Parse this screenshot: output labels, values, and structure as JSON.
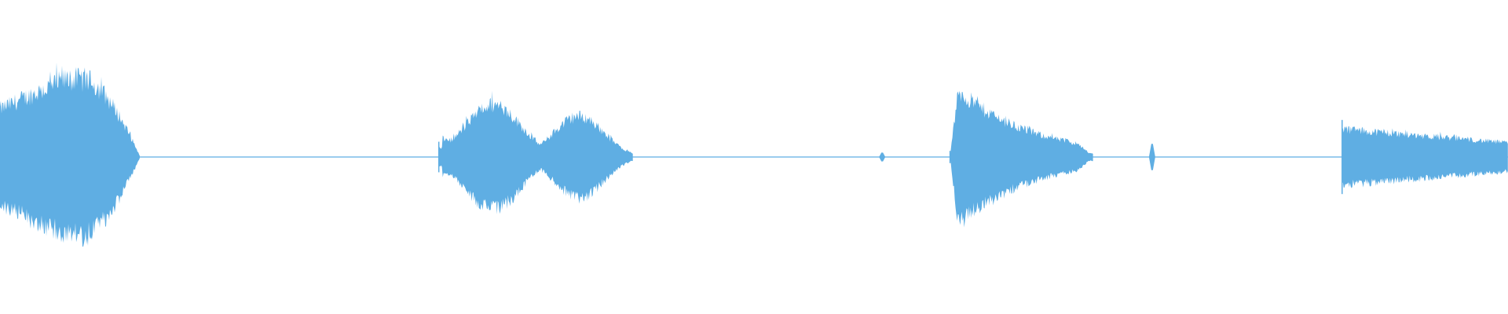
{
  "waveform": {
    "color": "#5faee3",
    "background": "#ffffff",
    "segments": [
      {
        "name": "segment-1",
        "start": 0.0,
        "end": 0.093,
        "shape": "swell",
        "peak": 0.82
      },
      {
        "name": "segment-2",
        "start": 0.291,
        "end": 0.42,
        "shape": "double",
        "peak": 0.55
      },
      {
        "name": "segment-3",
        "start": 0.63,
        "end": 0.725,
        "shape": "decay",
        "peak": 0.78
      },
      {
        "name": "segment-4",
        "start": 0.89,
        "end": 1.0,
        "shape": "taper",
        "peak": 0.32
      }
    ],
    "blips": [
      {
        "name": "blip-1",
        "at": 0.585,
        "peak": 0.04
      },
      {
        "name": "blip-2",
        "at": 0.764,
        "peak": 0.12
      }
    ]
  }
}
